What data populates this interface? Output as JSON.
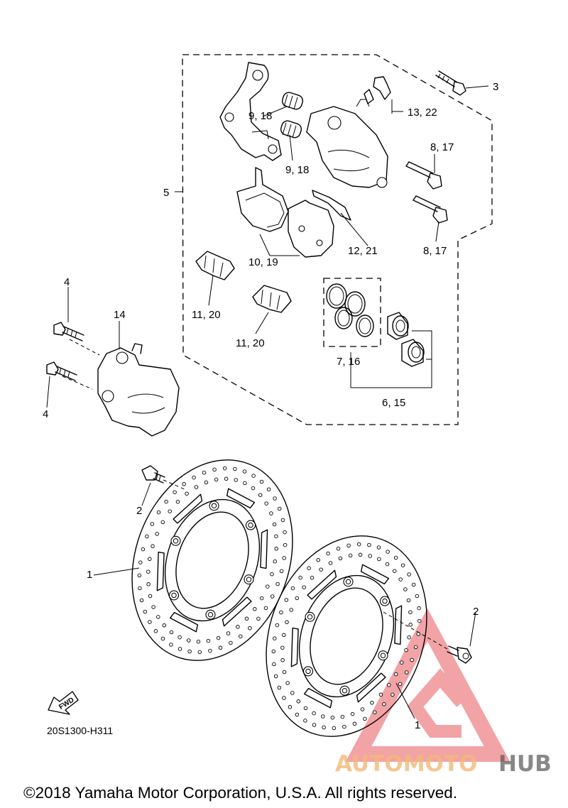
{
  "diagram": {
    "labels": {
      "l1a": "1",
      "l1b": "1",
      "l2a": "2",
      "l2b": "2",
      "l3": "3",
      "l4a": "4",
      "l4b": "4",
      "l5": "5",
      "l6": "6, 15",
      "l7": "7, 16",
      "l8a": "8, 17",
      "l8b": "8, 17",
      "l9a": "9, 18",
      "l9b": "9, 18",
      "l10": "10, 19",
      "l11a": "11, 20",
      "l11b": "11, 20",
      "l12": "12, 21",
      "l13": "13, 22",
      "l14": "14"
    },
    "fwd_label": "FWD",
    "diagram_code": "20S1300-H311"
  },
  "watermark": {
    "text_left": "AUTOMOTO",
    "text_right": "HUB",
    "color_primary": "#e8585e",
    "color_secondary": "#f3b878",
    "color_dark": "#555555"
  },
  "copyright": "©2018 Yamaha Motor Corporation, U.S.A. All rights reserved."
}
